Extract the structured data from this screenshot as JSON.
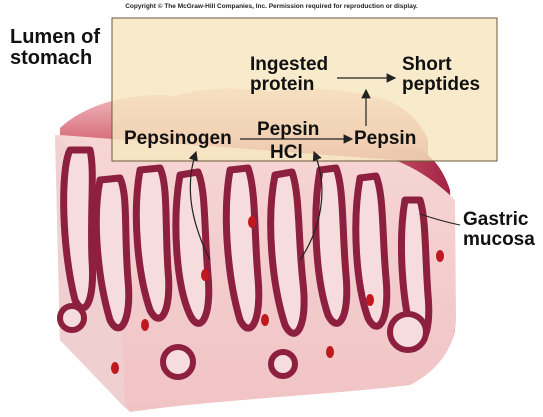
{
  "copyright": "Copyright © The McGraw-Hill Companies, Inc. Permission required for reproduction or display.",
  "labels": {
    "lumen_line1": "Lumen of",
    "lumen_line2": "stomach",
    "ingested_line1": "Ingested",
    "ingested_line2": "protein",
    "short_line1": "Short",
    "short_line2": "peptides",
    "pepsinogen": "Pepsinogen",
    "pepsin_top": "Pepsin",
    "hcl": "HCl",
    "pepsin_right": "Pepsin",
    "gastric_line1": "Gastric",
    "gastric_line2": "mucosa"
  },
  "colors": {
    "box_fill": "#f7e6c0",
    "box_stroke": "#6b5a3a",
    "tissue_base": "#f2c9c9",
    "tissue_dark": "#b0304f",
    "gland_dark": "#8d1f3f",
    "surface_pink": "#e9a3ad"
  }
}
